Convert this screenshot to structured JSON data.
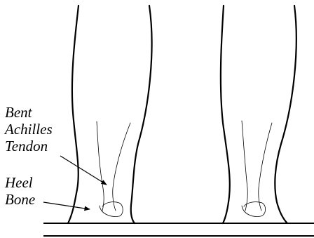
{
  "labels": {
    "tendon": [
      "Bent",
      "Achilles",
      "Tendon"
    ],
    "heel": [
      "Heel",
      "Bone"
    ]
  }
}
